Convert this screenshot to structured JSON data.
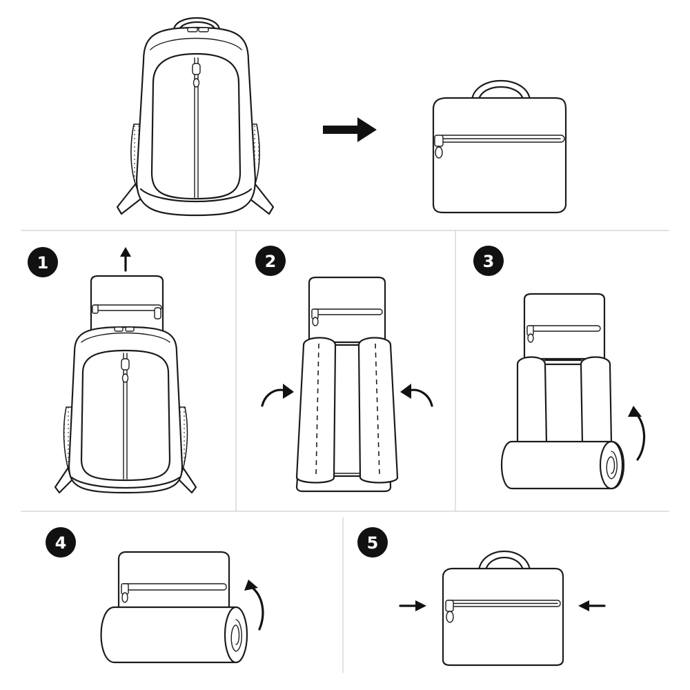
{
  "diagram": {
    "type": "backpack-to-bag conversion instructions",
    "colors": {
      "line": "#1b1b1b",
      "badge": "#111111",
      "badge_text": "#ffffff",
      "divider": "#cfcfcf"
    },
    "steps": [
      {
        "number": "1"
      },
      {
        "number": "2"
      },
      {
        "number": "3"
      },
      {
        "number": "4"
      },
      {
        "number": "5"
      }
    ]
  }
}
